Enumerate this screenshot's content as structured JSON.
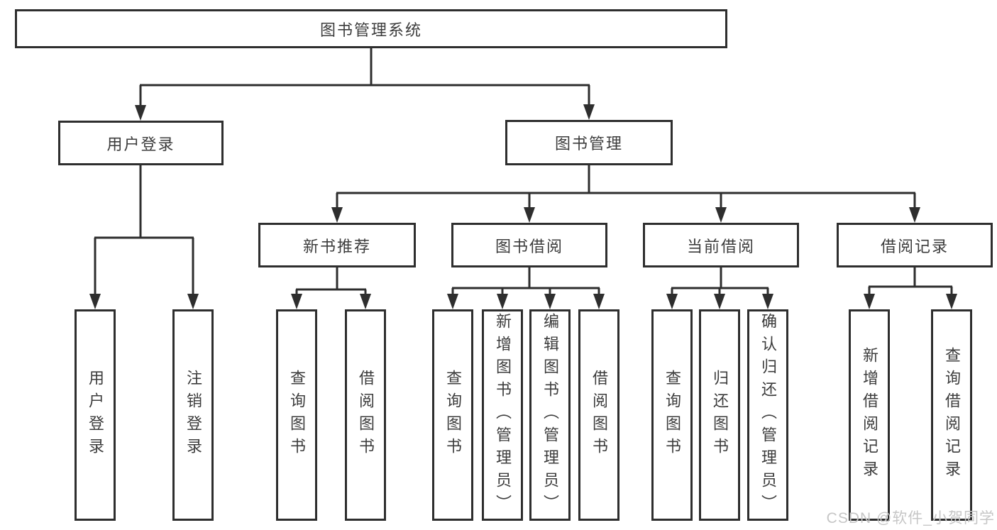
{
  "diagram": {
    "title": "图书管理系统",
    "tree": {
      "root": {
        "label": "图书管理系统",
        "children": [
          {
            "label": "用户登录",
            "children": [
              {
                "label": "用户登录"
              },
              {
                "label": "注销登录"
              }
            ]
          },
          {
            "label": "图书管理",
            "children": [
              {
                "label": "新书推荐",
                "children": [
                  {
                    "label": "查询图书"
                  },
                  {
                    "label": "借阅图书"
                  }
                ]
              },
              {
                "label": "图书借阅",
                "children": [
                  {
                    "label": "查询图书"
                  },
                  {
                    "label": "新增图书（管理员）"
                  },
                  {
                    "label": "编辑图书（管理员）"
                  },
                  {
                    "label": "借阅图书"
                  }
                ]
              },
              {
                "label": "当前借阅",
                "children": [
                  {
                    "label": "查询图书"
                  },
                  {
                    "label": "归还图书"
                  },
                  {
                    "label": "确认归还（管理员）"
                  }
                ]
              },
              {
                "label": "借阅记录",
                "children": [
                  {
                    "label": "新增借阅记录"
                  },
                  {
                    "label": "查询借阅记录"
                  }
                ]
              }
            ]
          }
        ]
      }
    },
    "colors": {
      "line": "#2e2e2e",
      "box_border": "#2e2e2e",
      "text": "#3c3c3c",
      "background": "#ffffff",
      "watermark_text_color": "#c6c6c6"
    }
  },
  "watermark": {
    "text": "CSDN @软件_小贺同学"
  }
}
